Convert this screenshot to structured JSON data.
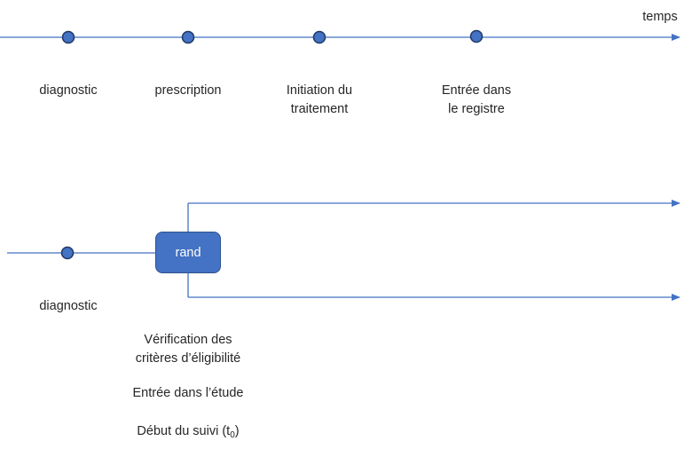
{
  "colors": {
    "line": "#4472c4",
    "node_fill": "#4472c4",
    "node_stroke": "#1f3864",
    "box_fill": "#4472c4",
    "text": "#262626"
  },
  "top_timeline": {
    "axis_label": "temps",
    "events": [
      {
        "label_lines": [
          "diagnostic"
        ]
      },
      {
        "label_lines": [
          "prescription"
        ]
      },
      {
        "label_lines": [
          "Initiation du",
          "traitement"
        ]
      },
      {
        "label_lines": [
          "Entrée dans",
          "le registre"
        ]
      }
    ]
  },
  "bottom_timeline": {
    "event": {
      "label": "diagnostic"
    },
    "randomization_box": {
      "label": "rand"
    },
    "steps": [
      {
        "label_lines": [
          "Vérification des",
          "critères d’éligibilité"
        ]
      },
      {
        "label_lines": [
          "Entrée dans l’étude"
        ]
      },
      {
        "label_prefix": "Début du suivi (t",
        "label_subscript": "0",
        "label_suffix": ")"
      }
    ]
  }
}
